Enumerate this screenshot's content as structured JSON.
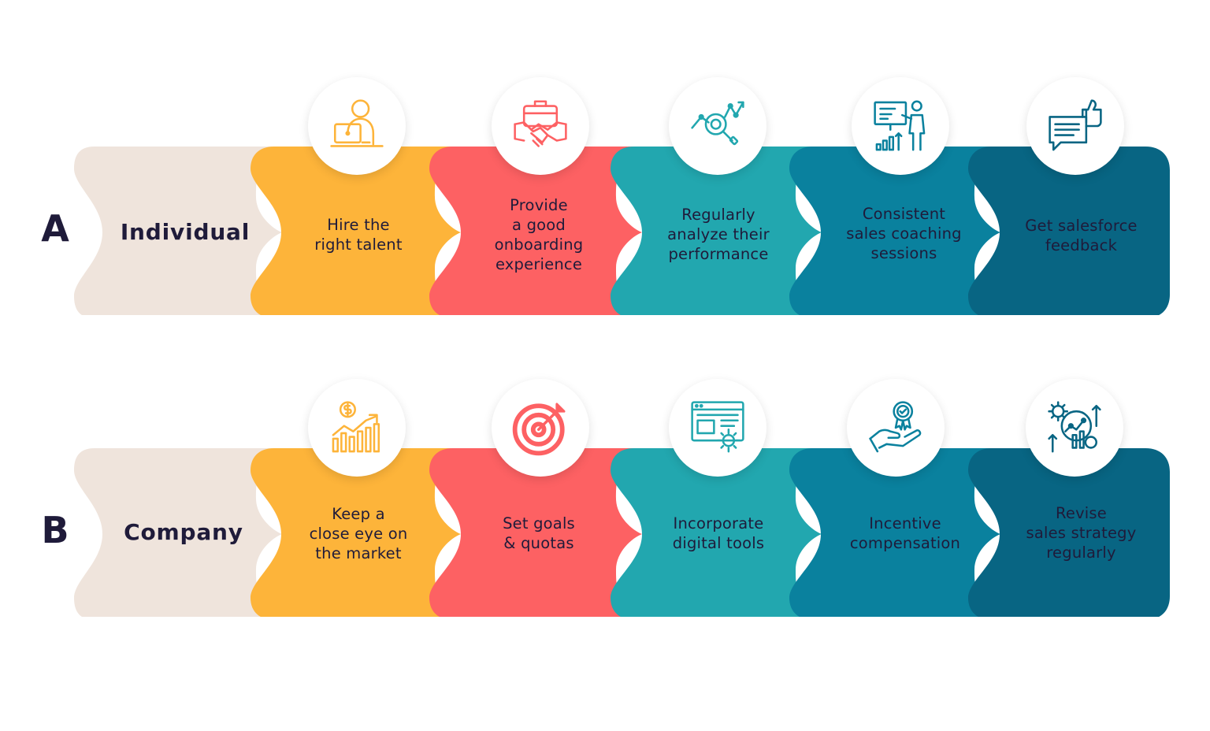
{
  "rows": [
    {
      "letter": "A",
      "title": "Individual",
      "steps": [
        {
          "label": "Hire the\nright talent",
          "icon": "employee-laptop-icon"
        },
        {
          "label": "Provide\na good\nonboarding\nexperience",
          "icon": "handshake-briefcase-icon"
        },
        {
          "label": "Regularly\nanalyze their\nperformance",
          "icon": "analytics-magnifier-icon"
        },
        {
          "label": "Consistent\nsales coaching\nsessions",
          "icon": "presentation-coach-icon"
        },
        {
          "label": "Get salesforce\nfeedback",
          "icon": "feedback-thumbs-up-icon"
        }
      ]
    },
    {
      "letter": "B",
      "title": "Company",
      "steps": [
        {
          "label": "Keep a\nclose eye on\nthe market",
          "icon": "market-growth-chart-icon"
        },
        {
          "label": "Set goals\n& quotas",
          "icon": "target-arrow-icon"
        },
        {
          "label": "Incorporate\ndigital tools",
          "icon": "digital-tools-gear-icon"
        },
        {
          "label": "Incentive\ncompensation",
          "icon": "hand-award-icon"
        },
        {
          "label": "Revise\nsales strategy\nregularly",
          "icon": "strategy-gears-chart-icon"
        }
      ]
    }
  ],
  "colors": {
    "title_block": "#efe4dc",
    "steps": [
      "#fdb43a",
      "#fd6163",
      "#22a7af",
      "#0a819e",
      "#086583"
    ],
    "icons": [
      "#fdb43a",
      "#fd6163",
      "#22a7af",
      "#0a819e",
      "#086583"
    ],
    "text": "#1f1b3a"
  }
}
